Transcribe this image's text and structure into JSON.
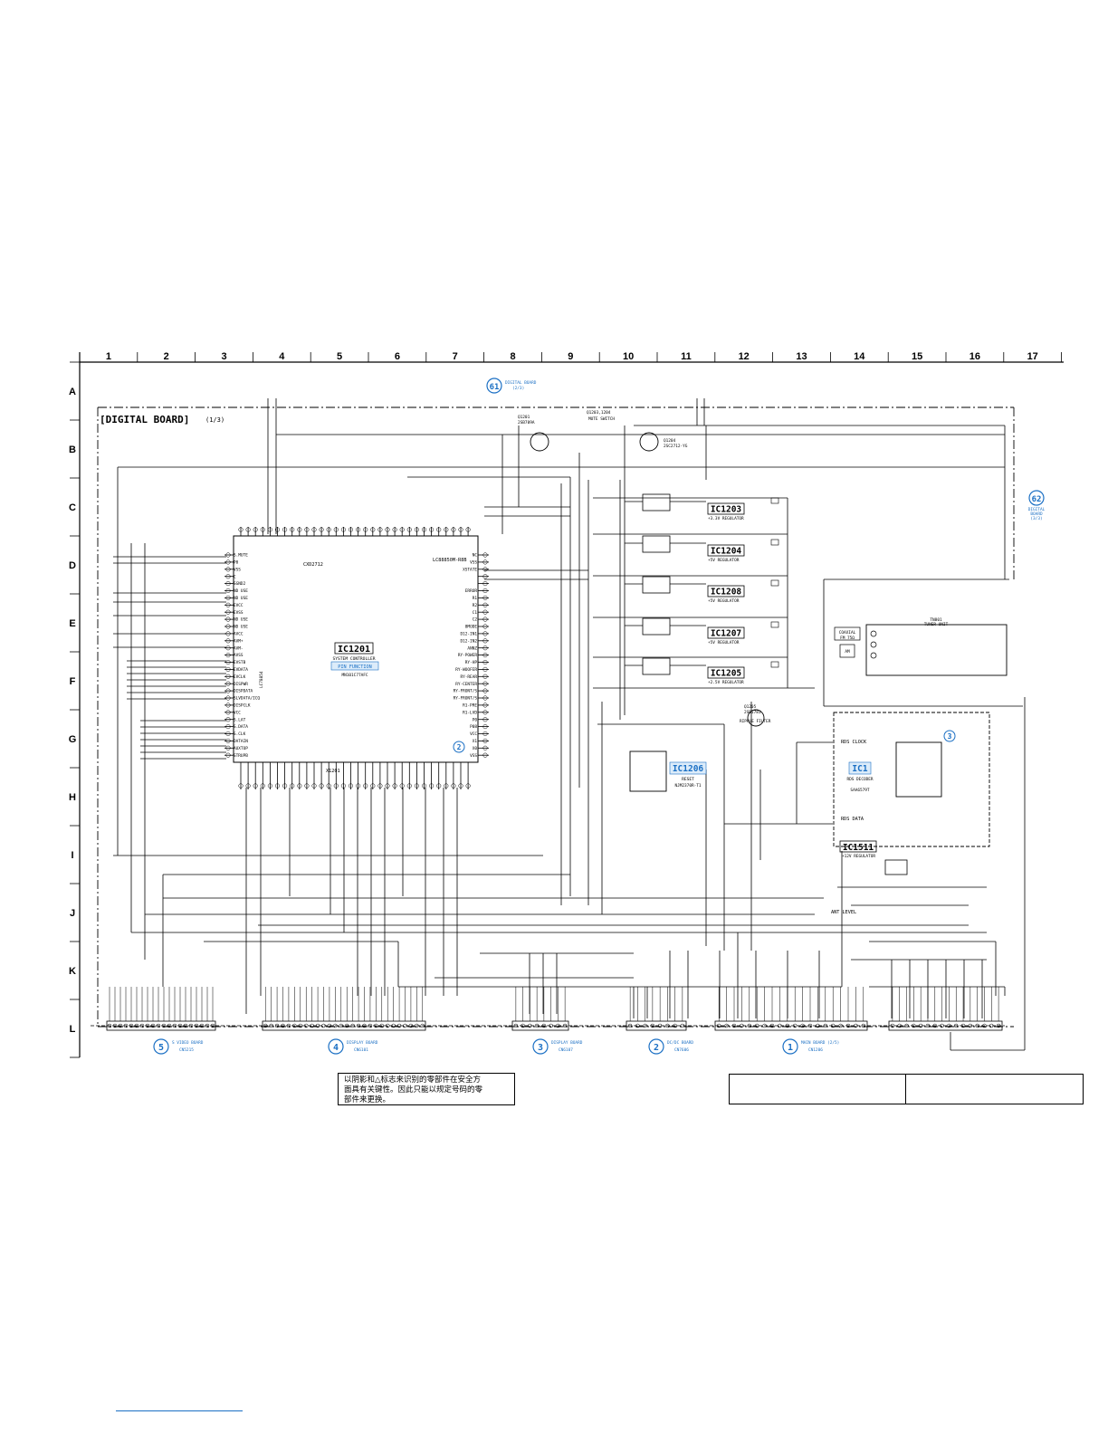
{
  "columns": [
    "1",
    "2",
    "3",
    "4",
    "5",
    "6",
    "7",
    "8",
    "9",
    "10",
    "11",
    "12",
    "13",
    "14",
    "15",
    "16",
    "17"
  ],
  "rows": [
    "A",
    "B",
    "C",
    "D",
    "E",
    "F",
    "G",
    "H",
    "I",
    "J",
    "K",
    "L"
  ],
  "board_title": "[DIGITAL BOARD]",
  "board_title_part": "(1/3)",
  "top_ref": {
    "num": "61",
    "line1": "DIGITAL BOARD",
    "line2": "(2/3)"
  },
  "right_ref": {
    "num": "62",
    "line1": "DIGITAL",
    "line2": "BOARD",
    "line3": "(3/3)"
  },
  "mute_switch": {
    "ref": "Q1203,1204",
    "label": "MUTE SWITCH",
    "q1": "Q1201",
    "q1_part": "2SB709A",
    "q2": "Q1204",
    "q2_part": "2SC2712-YG"
  },
  "ic1201": {
    "name": "IC1201",
    "sub": "SYSTEM CONTROLLER",
    "pin_function": "PIN FUNCTION",
    "part": "MN101C77AFC",
    "alt": "LC78854",
    "chip_top": "CXD2712",
    "crystal": "X1201",
    "other": "LC88850M-R8B"
  },
  "regulators": [
    {
      "name": "IC1203",
      "sub": "+3.3V REGULATOR"
    },
    {
      "name": "IC1204",
      "sub": "+5V REGULATOR"
    },
    {
      "name": "IC1208",
      "sub": "+5V REGULATOR"
    },
    {
      "name": "IC1207",
      "sub": "+5V REGULATOR"
    },
    {
      "name": "IC1205",
      "sub": "+2.5V REGULATOR"
    }
  ],
  "ripple_filter": {
    "ref": "Q1205",
    "part": "2SD1781",
    "label": "RIPPLE FILTER"
  },
  "ic1206": {
    "name": "IC1206",
    "sub": "RESET",
    "part": "NJM2370R-T1"
  },
  "ic1": {
    "name": "IC1",
    "sub": "RDS DECODER",
    "part": "SAA6579T",
    "ref_num": "3",
    "rds_clock": "RDS CLOCK",
    "rds_data": "RDS DATA"
  },
  "ic1511": {
    "name": "IC1511",
    "sub": "+12V REGULATOR"
  },
  "tuner": {
    "ref": "TN801",
    "label": "TUNER UNIT",
    "coaxial": "COAXIAL",
    "coaxial_sub": "FM 75Ω",
    "am": "AM"
  },
  "ant_level": "ANT LEVEL",
  "pin2_ref": "2",
  "left_labels": [
    "S.MUTE",
    "P0",
    "VSS",
    "C",
    "SGND2",
    "ND USE",
    "ND USE",
    "EVCC",
    "EVSS",
    "ND USE",
    "ND USE",
    "AVCC",
    "AVM+",
    "AVM-",
    "AVSS",
    "EVSTB",
    "EVDATA",
    "EVCLK",
    "DISPWR",
    "DISPDATA",
    "SLVDATA/ICQ",
    "DISPCLK",
    "VCC",
    "S.LAT",
    "S.DATA",
    "S.CLK",
    "DATAIN",
    "AUXTOP",
    "STRUPB"
  ],
  "right_labels": [
    "NC",
    "VSS",
    "XSTATE",
    "",
    "",
    "ERROR",
    "R1",
    "R2",
    "C1",
    "C2",
    "8MODE",
    "D12-IN1",
    "D12-IN2",
    "ANNZ",
    "RY-POWER",
    "RY-HP",
    "RY-WOOFER",
    "RY-REAR",
    "RY-CENTER",
    "RY-FRONT/S",
    "RY-FRONT/S",
    "R1-PRE",
    "R1-LVD",
    "P0",
    "P08",
    "VCC",
    "X1",
    "X0",
    "VSS"
  ],
  "boards": [
    {
      "num": "5",
      "name": "S VIDEO BOARD",
      "conn": "CN5215"
    },
    {
      "num": "4",
      "name": "DISPLAY BOARD",
      "conn": "CN6101"
    },
    {
      "num": "3",
      "name": "DISPLAY BOARD",
      "conn": "CN6107"
    },
    {
      "num": "2",
      "name": "DC/DC BOARD",
      "conn": "CN7606"
    },
    {
      "num": "1",
      "name": "MAIN BOARD (2/5)",
      "conn": "CN1206"
    }
  ],
  "note": {
    "line1": "以阴影和△标志来识别的零部件在安全方",
    "line2": "面具有关键性。因此只能以规定号码的零",
    "line3": "部件来更换。"
  }
}
